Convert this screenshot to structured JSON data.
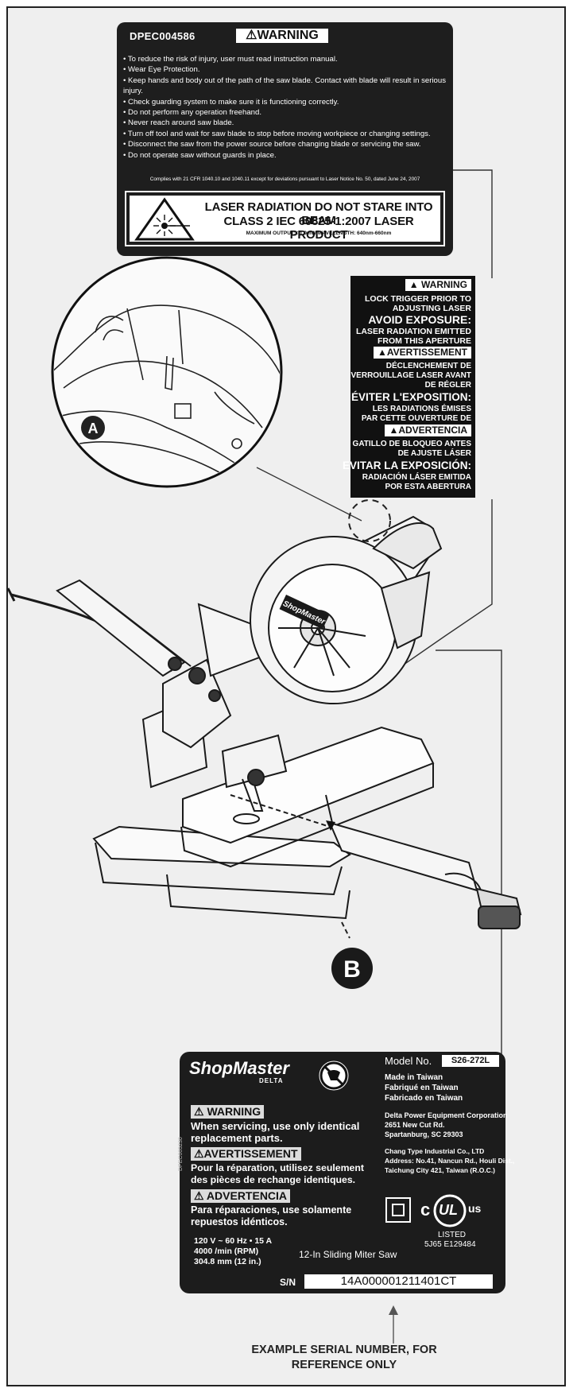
{
  "top_label": {
    "code": "DPEC004586",
    "warning": "⚠WARNING",
    "bullets": [
      "• To reduce the risk of injury, user must read instruction manual.",
      "• Wear Eye Protection.",
      "• Keep hands and body out of the path of the saw blade. Contact with blade will result in serious injury.",
      "• Check guarding system to make sure it is functioning correctly.",
      "• Do not perform any operation freehand.",
      "• Never reach around saw blade.",
      "• Turn off tool and wait for saw blade to stop before moving workpiece or changing settings.",
      "• Disconnect the saw from the power source before changing blade or servicing the saw.",
      "• Do not operate saw without guards in place."
    ],
    "complies": "Complies with 21 CFR 1040.10 and 1040.11 except for deviations pursuant to Laser Notice No. 50, dated June 24, 2007",
    "laser_line1": "LASER RADIATION DO NOT STARE INTO BEAM",
    "laser_line2": "CLASS 2 IEC 60825-1:2007 LASER PRODUCT",
    "laser_line3": "MAXIMUM OUTPUT:< 1.0mW WAVELENGTH: 640nm-660nm"
  },
  "tri_label": {
    "en_header": "▲ WARNING",
    "en_1": "LOCK TRIGGER PRIOR TO",
    "en_2": "ADJUSTING LASER",
    "en_3": "AVOID EXPOSURE:",
    "en_4": "LASER RADIATION EMITTED",
    "en_5": "FROM THIS APERTURE",
    "fr_header": "▲AVERTISSEMENT",
    "fr_1": "DÉCLENCHEMENT DE",
    "fr_2": "VERROUILLAGE LASER AVANT",
    "fr_3": "DE RÉGLER",
    "fr_4": "ÉVITER L'EXPOSITION:",
    "fr_5": "LES RADIATIONS ÉMISES",
    "fr_6": "PAR CETTE OUVERTURE DE",
    "es_header": "▲ADVERTENCIA",
    "es_1": "GATILLO DE BLOQUEO ANTES",
    "es_2": "DE AJUSTE LÁSER",
    "es_3": "EVITAR LA EXPOSICIÓN:",
    "es_4": "RADIACIÓN LÁSER EMITIDA",
    "es_5": "POR ESTA ABERTURA"
  },
  "callouts": {
    "a": "A",
    "b": "B",
    "saw_badge": "ShopMaster"
  },
  "bottom_label": {
    "brand": "ShopMaster",
    "brand_sub": "DELTA",
    "model_label": "Model No.",
    "model_value": "S26-272L",
    "made_en": "Made in Taiwan",
    "made_fr": "Fabriqué en Taiwan",
    "made_es": "Fabricado en Taiwan",
    "delta_1": "Delta Power Equipment Corporation",
    "delta_2": "2651 New Cut Rd.",
    "delta_3": "Spartanburg, SC 29303",
    "chang_1": "Chang Type Industrial Co., LTD",
    "chang_2": "Address: No.41, Nancun Rd., Houli Dist.,",
    "chang_3": "Taichung City 421, Taiwan (R.O.C.)",
    "warn_en": "⚠ WARNING",
    "warn_en_1": "When servicing, use only identical",
    "warn_en_2": "replacement parts.",
    "warn_fr": "⚠AVERTISSEMENT",
    "warn_fr_1": "Pour la réparation, utilisez seulement",
    "warn_fr_2": "des pièces de rechange identiques.",
    "warn_es": "⚠ ADVERTENCIA",
    "warn_es_1": "Para réparaciones, use solamente",
    "warn_es_2": "repuestos idénticos.",
    "side_code": "DPEC005230",
    "rating_1": "120 V ~ 60 Hz • 15 A",
    "rating_2": "4000 /min (RPM)",
    "rating_3": "304.8 mm (12 in.)",
    "product": "12-In Sliding Miter Saw",
    "listed": "LISTED",
    "listed_code": "5J65  E129484",
    "ul": "UL",
    "c": "c",
    "us": "us",
    "sn_label": "S/N",
    "sn_value": "14A000001211401CT"
  },
  "footer": {
    "line1": "EXAMPLE SERIAL NUMBER, FOR",
    "line2": "REFERENCE ONLY"
  }
}
